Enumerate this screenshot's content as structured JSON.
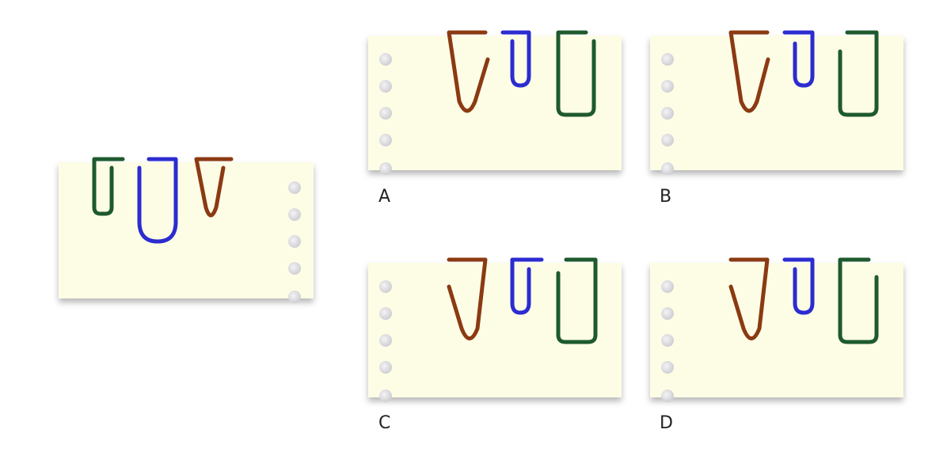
{
  "options": [
    {
      "label": "A"
    },
    {
      "label": "B"
    },
    {
      "label": "C"
    },
    {
      "label": "D"
    }
  ],
  "colors": {
    "paper": "#fdfde6",
    "hole": "#dcdce0",
    "brown_clip": "#8b3a12",
    "blue_clip": "#2c2cd0",
    "green_clip": "#1e5a2e"
  }
}
